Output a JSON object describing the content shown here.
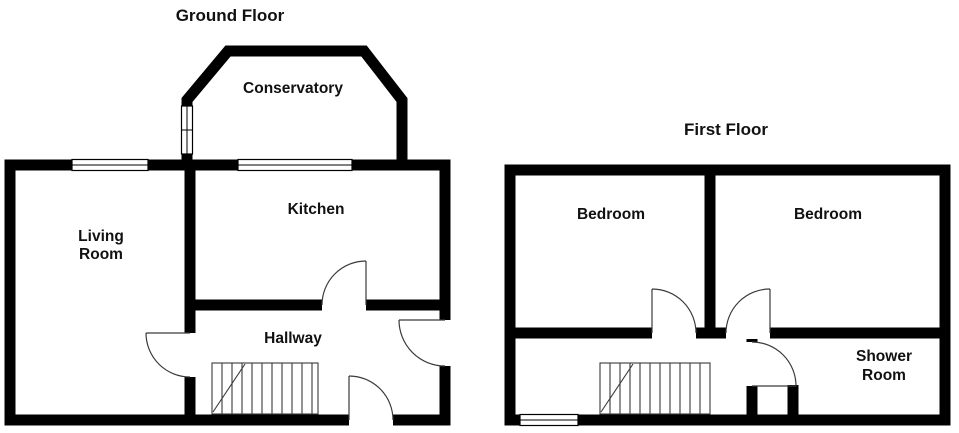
{
  "ground_floor": {
    "title": "Ground Floor",
    "rooms": {
      "conservatory": "Conservatory",
      "kitchen": "Kitchen",
      "living_line1": "Living",
      "living_line2": "Room",
      "hallway": "Hallway"
    }
  },
  "first_floor": {
    "title": "First Floor",
    "rooms": {
      "bedroom_left": "Bedroom",
      "bedroom_right": "Bedroom",
      "shower_line1": "Shower",
      "shower_line2": "Room"
    }
  },
  "colors": {
    "wall": "#000000",
    "door_arc": "#3a3a3a",
    "text": "#111111",
    "background": "#ffffff"
  }
}
